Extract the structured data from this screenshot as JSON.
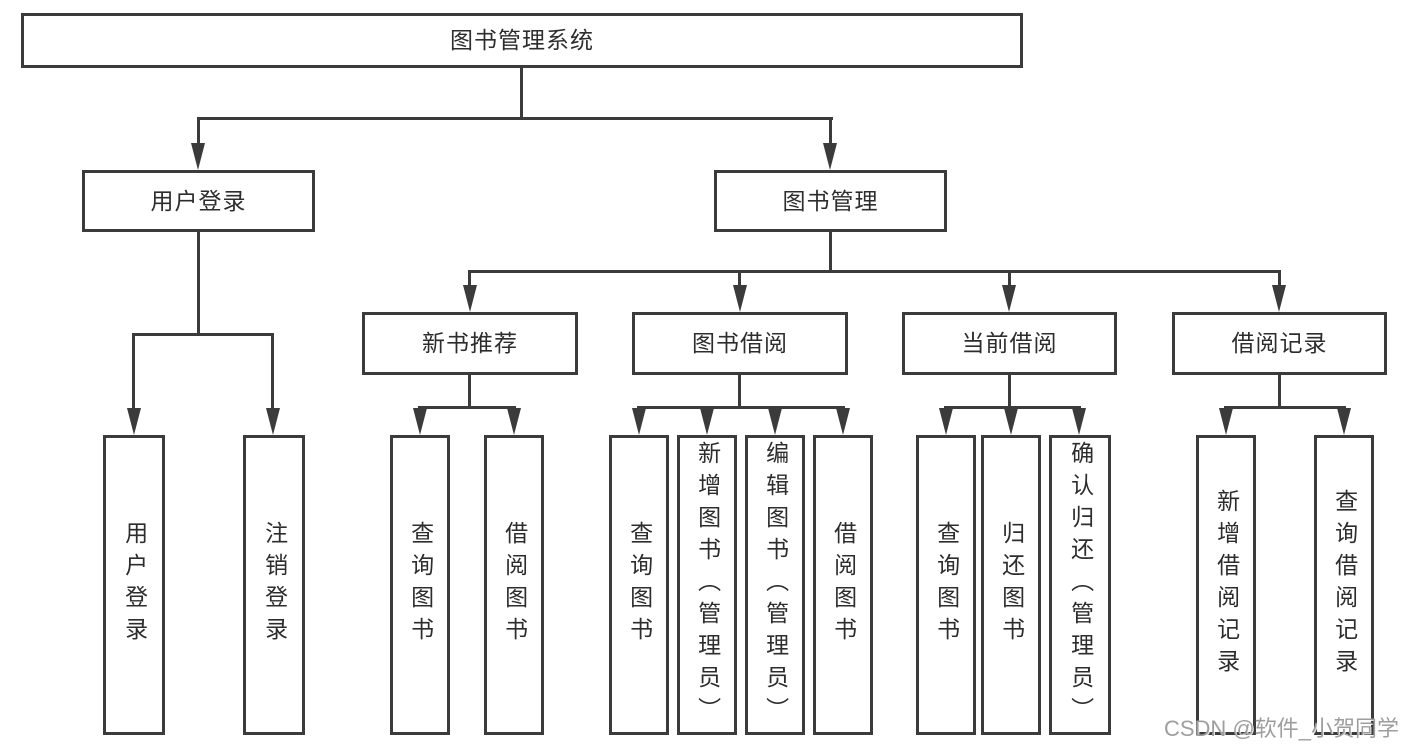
{
  "diagram": {
    "title": "图书管理系统",
    "type": "tree",
    "nodes": {
      "root": "图书管理系统",
      "user_login": "用户登录",
      "book_mgmt": "图书管理",
      "new_book_rec": "新书推荐",
      "book_borrow": "图书借阅",
      "current_borrow": "当前借阅",
      "borrow_records": "借阅记录",
      "leaf_user_login": "用户登录",
      "leaf_logout": "注销登录",
      "leaf_rec_query_books": "查询图书",
      "leaf_rec_borrow_books": "借阅图书",
      "leaf_bb_query_books": "查询图书",
      "leaf_bb_add_books": "新增图书（管理员）",
      "leaf_bb_edit_books": "编辑图书（管理员）",
      "leaf_bb_borrow_books": "借阅图书",
      "leaf_cb_query_books": "查询图书",
      "leaf_cb_return_books": "归还图书",
      "leaf_cb_confirm_return": "确认归还（管理员）",
      "leaf_br_add_record": "新增借阅记录",
      "leaf_br_query_record": "查询借阅记录"
    },
    "edges": [
      {
        "from": "图书管理系统",
        "to": "用户登录"
      },
      {
        "from": "图书管理系统",
        "to": "图书管理"
      },
      {
        "from": "用户登录",
        "to": "用户登录"
      },
      {
        "from": "用户登录",
        "to": "注销登录"
      },
      {
        "from": "图书管理",
        "to": "新书推荐"
      },
      {
        "from": "图书管理",
        "to": "图书借阅"
      },
      {
        "from": "图书管理",
        "to": "当前借阅"
      },
      {
        "from": "图书管理",
        "to": "借阅记录"
      },
      {
        "from": "新书推荐",
        "to": "查询图书"
      },
      {
        "from": "新书推荐",
        "to": "借阅图书"
      },
      {
        "from": "图书借阅",
        "to": "查询图书"
      },
      {
        "from": "图书借阅",
        "to": "新增图书（管理员）"
      },
      {
        "from": "图书借阅",
        "to": "编辑图书（管理员）"
      },
      {
        "from": "图书借阅",
        "to": "借阅图书"
      },
      {
        "from": "当前借阅",
        "to": "查询图书"
      },
      {
        "from": "当前借阅",
        "to": "归还图书"
      },
      {
        "from": "当前借阅",
        "to": "确认归还（管理员）"
      },
      {
        "from": "借阅记录",
        "to": "新增借阅记录"
      },
      {
        "from": "借阅记录",
        "to": "查询借阅记录"
      }
    ],
    "colors": {
      "line": "#3b3b3b",
      "box_background": "#ffffff",
      "text": "#2d2d2d",
      "watermark": "#9e9e9e"
    }
  },
  "watermark": {
    "text": "CSDN @软件_小贺同学"
  }
}
